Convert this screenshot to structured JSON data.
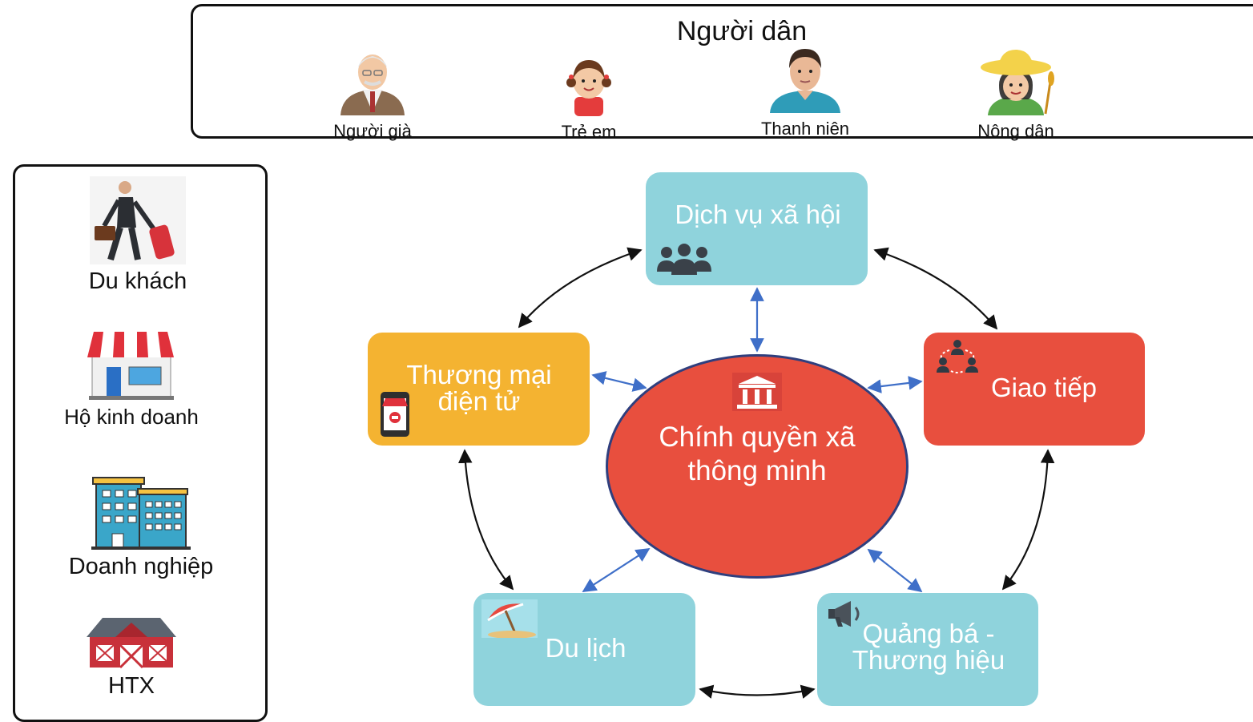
{
  "residents": {
    "title": "Người dân",
    "items": [
      {
        "label": "Người già",
        "icon": "elderly-man-icon"
      },
      {
        "label": "Trẻ em",
        "icon": "child-icon"
      },
      {
        "label": "Thanh niên",
        "icon": "young-man-icon"
      },
      {
        "label": "Nông dân",
        "icon": "farmer-icon"
      }
    ]
  },
  "actors": [
    {
      "label": "Du khách",
      "icon": "traveler-icon"
    },
    {
      "label": "Hộ kinh doanh",
      "icon": "shop-icon"
    },
    {
      "label": "Doanh nghiệp",
      "icon": "office-building-icon"
    },
    {
      "label": "HTX",
      "icon": "barn-icon"
    }
  ],
  "center": {
    "label": "Chính quyền xã thông minh",
    "icon": "government-building-icon",
    "color": "#e84f3e",
    "border": "#2f3f7e"
  },
  "nodes": {
    "social": {
      "label": "Dịch vụ xã hội",
      "icon": "group-people-icon",
      "color": "#8fd3dc"
    },
    "communication": {
      "label": "Giao tiếp",
      "icon": "network-people-icon",
      "color": "#e84f3e"
    },
    "ecommerce": {
      "label": "Thương mại điện tử",
      "icon": "mobile-shop-icon",
      "color": "#f4b331"
    },
    "tourism": {
      "label": "Du lịch",
      "icon": "beach-umbrella-icon",
      "color": "#8fd3dc"
    },
    "branding": {
      "label": "Quảng bá - Thương hiệu",
      "icon": "megaphone-icon",
      "color": "#8fd3dc"
    }
  },
  "colors": {
    "outer_arrow": "#111111",
    "inner_arrow": "#3f6fc8"
  }
}
